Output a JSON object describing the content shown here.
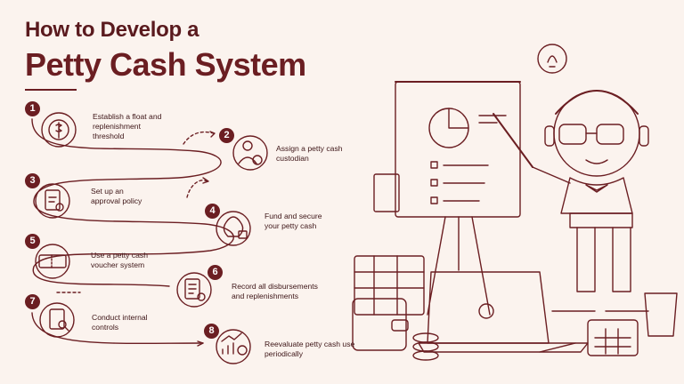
{
  "title": {
    "line1": "How to Develop a",
    "line2": "Petty Cash System"
  },
  "steps": [
    {
      "number": "1",
      "label": "Establish a float and replenishment threshold",
      "icon": "lifebuoy-dollar-icon"
    },
    {
      "number": "2",
      "label": "Assign a petty cash custodian",
      "icon": "person-dollar-icon"
    },
    {
      "number": "3",
      "label": "Set up an approval policy",
      "icon": "clipboard-check-icon"
    },
    {
      "number": "4",
      "label": "Fund and secure your petty cash",
      "icon": "money-bag-lock-icon"
    },
    {
      "number": "5",
      "label": "Use a petty cash voucher system",
      "icon": "voucher-ticket-icon"
    },
    {
      "number": "6",
      "label": "Record all disbursements and replenishments",
      "icon": "document-check-icon"
    },
    {
      "number": "7",
      "label": "Conduct internal controls",
      "icon": "clipboard-magnifier-icon"
    },
    {
      "number": "8",
      "label": "Reevaluate petty cash use periodically",
      "icon": "growth-chart-dollar-icon"
    }
  ],
  "colors": {
    "background": "#fbf3ee",
    "accent": "#6b1e22",
    "line": "#6b1e22"
  }
}
